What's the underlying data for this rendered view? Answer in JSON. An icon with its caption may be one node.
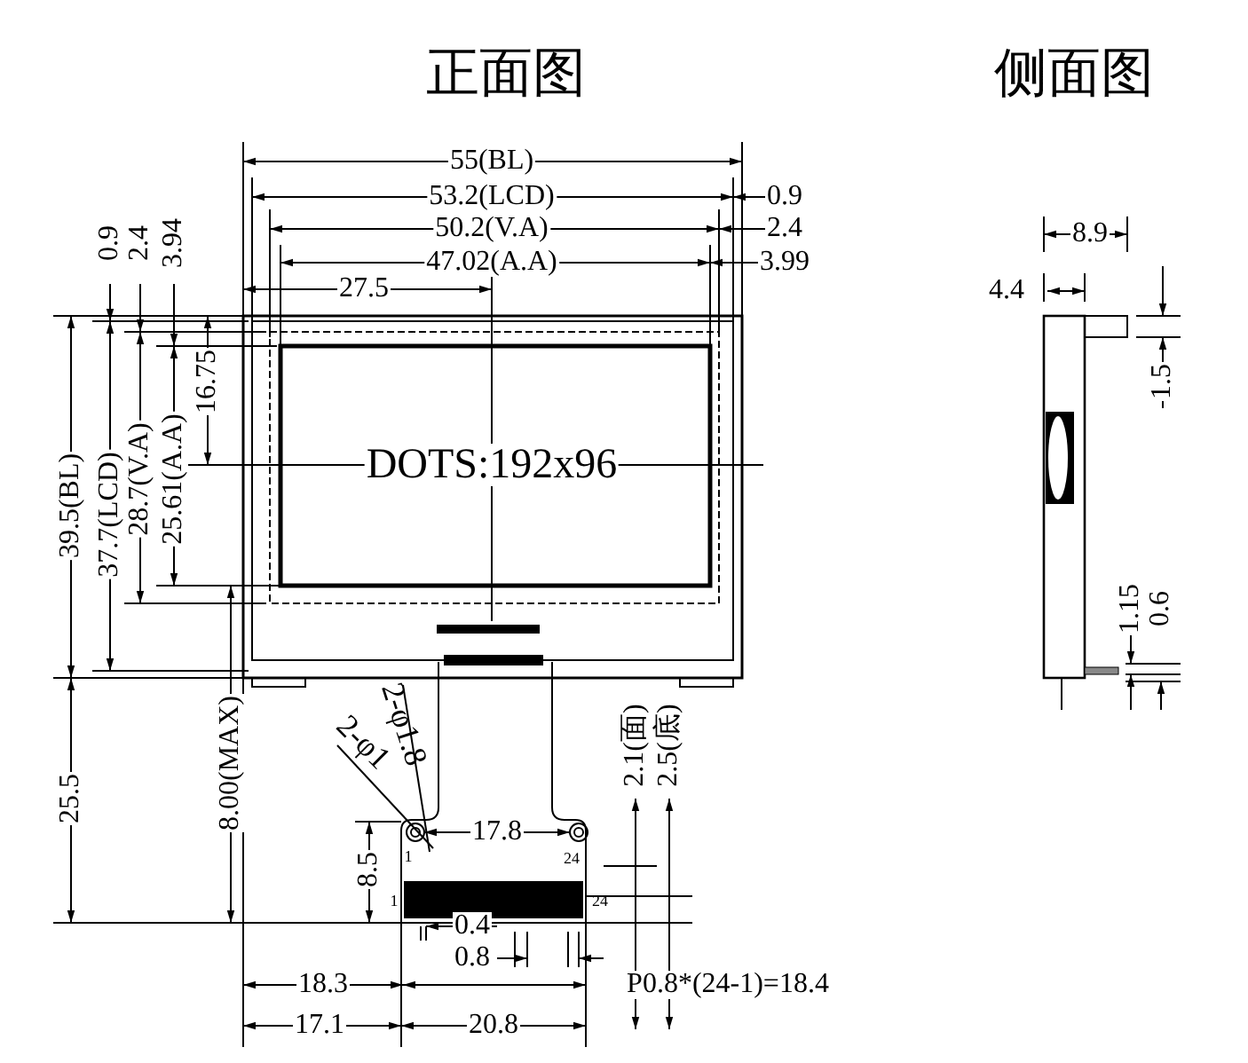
{
  "diagram": {
    "labels": [
      "正面图",
      "侧面图",
      "55(BL)",
      "53.2(LCD)",
      "0.9",
      "50.2(V.A)",
      "2.4",
      "47.02(A.A)",
      "3.99",
      "27.5",
      "8.9",
      "4.4",
      "0.9",
      "2.4",
      "3.94",
      "16.75",
      "1.5",
      "39.5(BL)",
      "37.7(LCD)",
      "28.7(V.A)",
      "25.61(A.A)",
      "DOTS:192x96",
      "1.15",
      "0.6",
      "25.5",
      "8.00(MAX)",
      "2-φ1.8",
      "2-φ1",
      "17.8",
      "1",
      "24",
      "2.1(面)",
      "2.5(底)",
      "8.5",
      "1",
      "24",
      "0.4",
      "0.8",
      "18.3",
      "P0.8*(24-1)=18.4",
      "17.1",
      "20.8"
    ]
  }
}
